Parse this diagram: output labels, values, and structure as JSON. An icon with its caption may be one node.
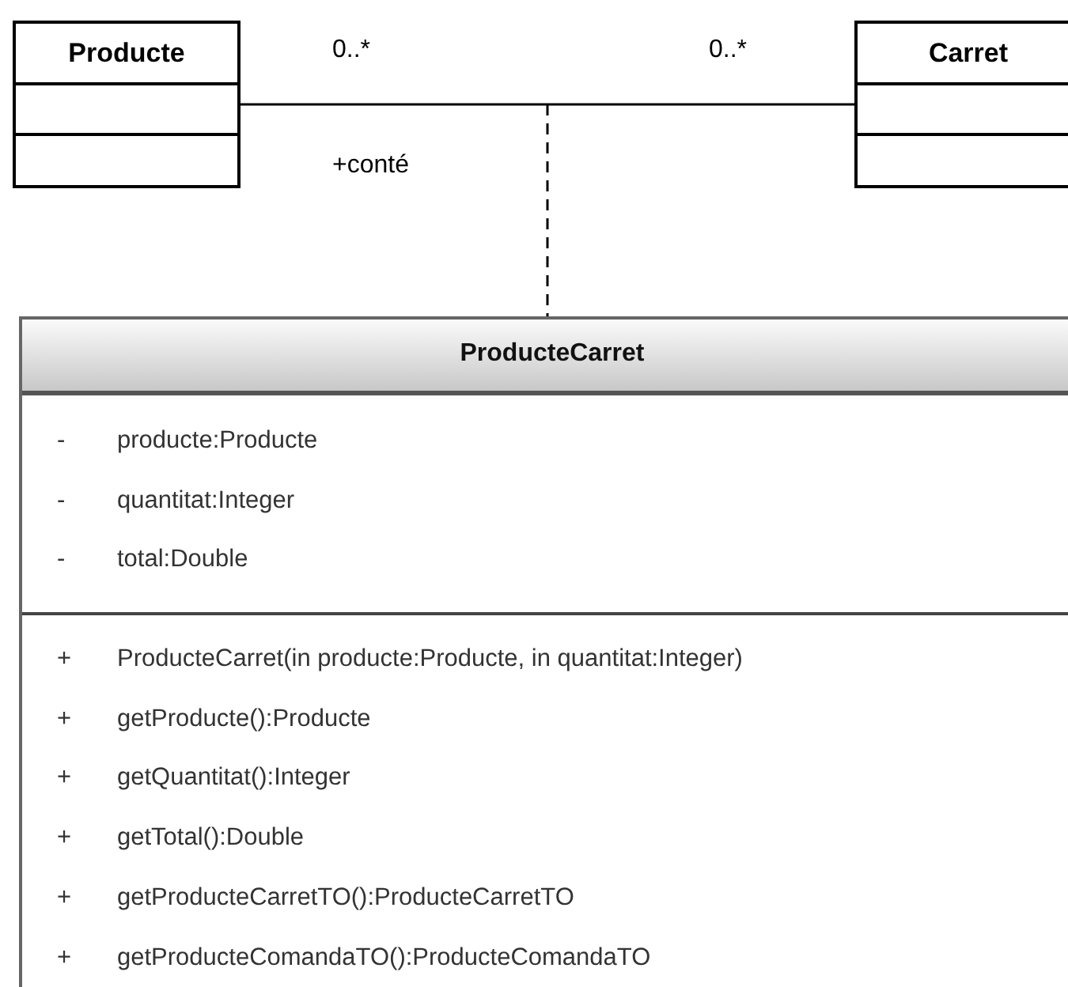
{
  "diagram": {
    "nodes": [
      {
        "text": [
          "Producte"
        ]
      },
      {
        "text": [
          "Carret"
        ]
      },
      {
        "text": [
          "ProducteCarret",
          "-",
          "producte:Producte",
          "-",
          "quantitat:Integer",
          "-",
          "total:Double",
          "+",
          "ProducteCarret(in producte:Producte, in quantitat:Integer)",
          "+",
          "getProducte():Producte",
          "+",
          "getQuantitat():Integer",
          "+",
          "getTotal():Double",
          "+",
          "getProducteCarretTO():ProducteCarretTO",
          "+",
          "getProducteComandaTO():ProducteComandaTO"
        ]
      }
    ],
    "edges": [
      {
        "from": 0,
        "to": 1,
        "arrow": "none",
        "label": "+conté"
      },
      {
        "from": null,
        "to": 2,
        "arrow": "none",
        "style": "dashed"
      }
    ],
    "labels": [
      "0..*",
      "0..*"
    ]
  }
}
